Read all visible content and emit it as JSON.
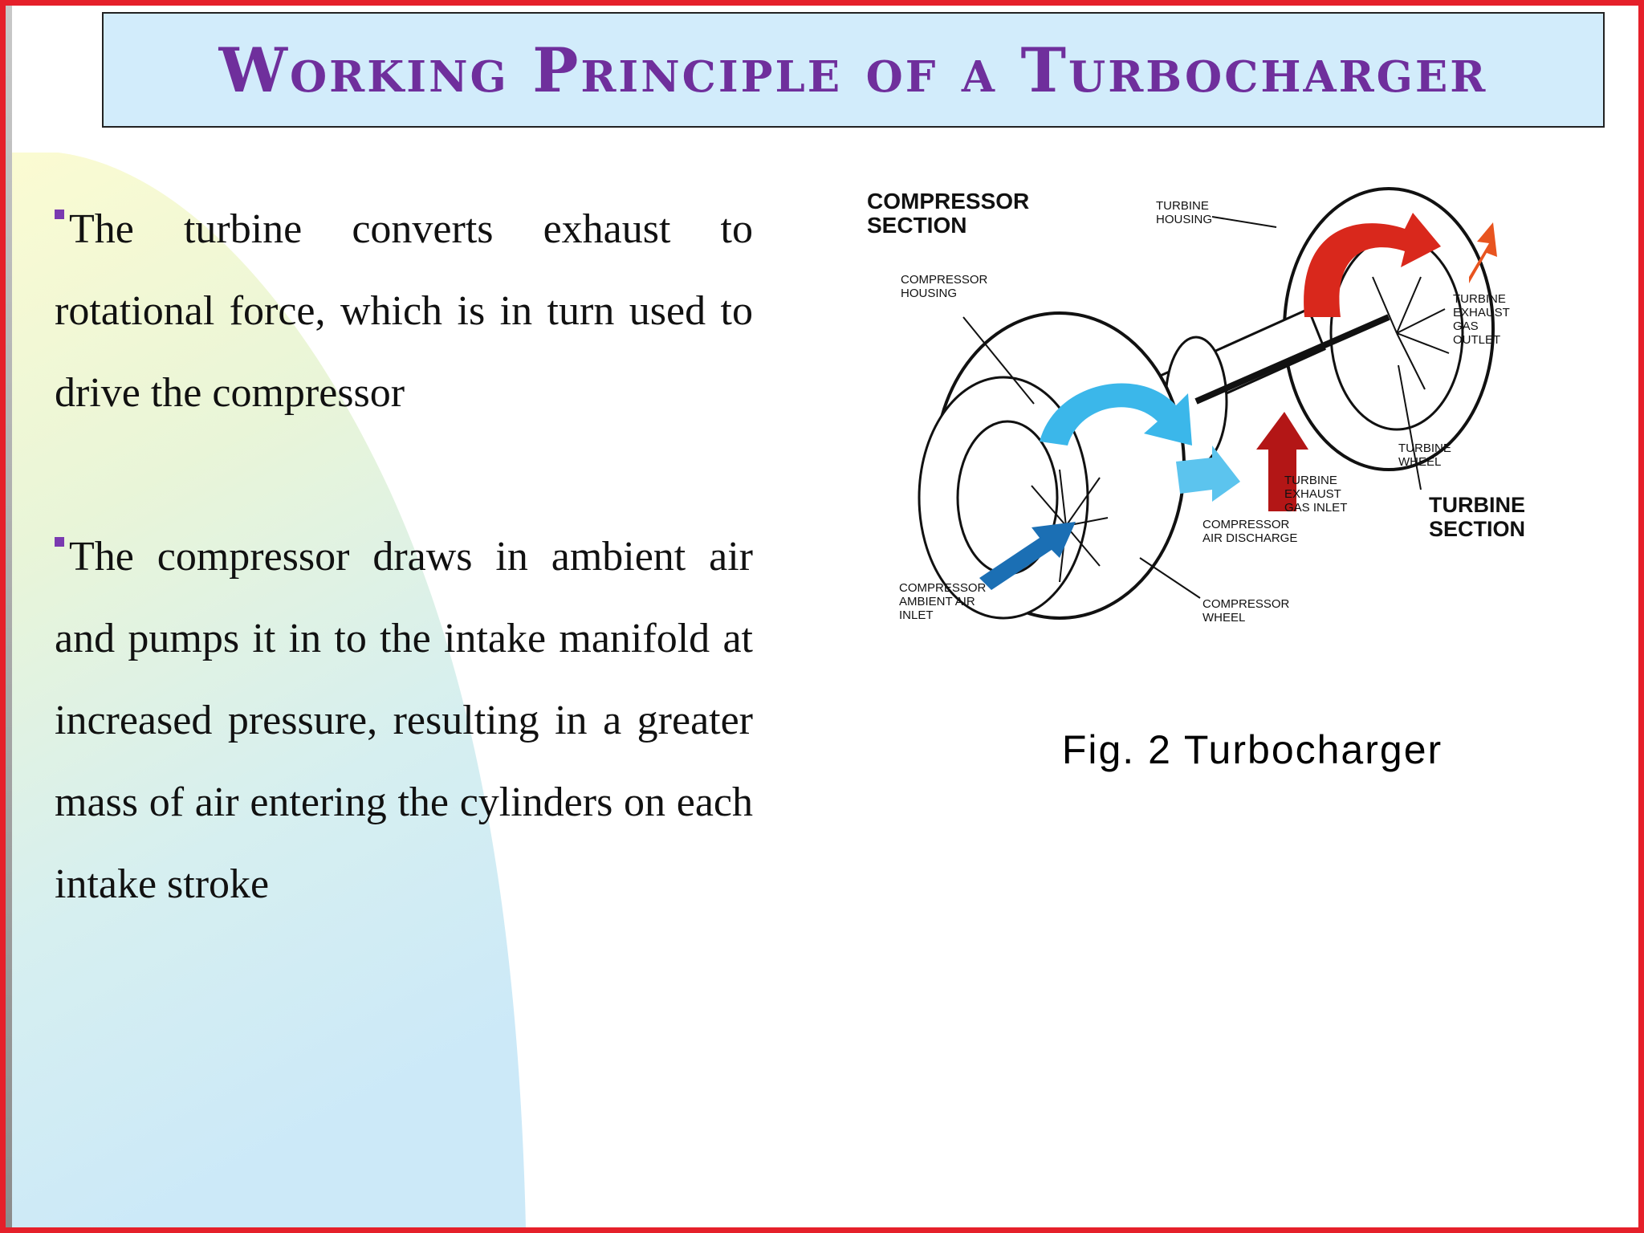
{
  "slide": {
    "title": "Working Principle of a Turbocharger",
    "bullets": [
      {
        "text": "The turbine converts exhaust to rotational force, which is in turn used to drive the compressor"
      },
      {
        "text": "The compressor draws in ambient air and pumps it in to the intake manifold at increased pressure, resulting in a greater mass of air entering the cylinders on each intake stroke"
      }
    ],
    "figure": {
      "caption": "Fig. 2 Turbocharger",
      "labels": {
        "compressor_section_1": "COMPRESSOR",
        "compressor_section_2": "SECTION",
        "compressor_housing_1": "COMPRESSOR",
        "compressor_housing_2": "HOUSING",
        "turbine_housing_1": "TURBINE",
        "turbine_housing_2": "HOUSING",
        "turbine_exhaust_outlet_1": "TURBINE",
        "turbine_exhaust_outlet_2": "EXHAUST",
        "turbine_exhaust_outlet_3": "GAS",
        "turbine_exhaust_outlet_4": "OUTLET",
        "turbine_wheel_1": "TURBINE",
        "turbine_wheel_2": "WHEEL",
        "turbine_gas_inlet_1": "TURBINE",
        "turbine_gas_inlet_2": "EXHAUST",
        "turbine_gas_inlet_3": "GAS INLET",
        "turbine_section_1": "TURBINE",
        "turbine_section_2": "SECTION",
        "compressor_air_discharge_1": "COMPRESSOR",
        "compressor_air_discharge_2": "AIR DISCHARGE",
        "compressor_inlet_1": "COMPRESSOR",
        "compressor_inlet_2": "AMBIENT AIR",
        "compressor_inlet_3": "INLET",
        "compressor_wheel_1": "COMPRESSOR",
        "compressor_wheel_2": "WHEEL"
      }
    }
  },
  "colors": {
    "frame": "#e5202a",
    "title_text": "#6f2f9c",
    "title_bg": "#d2ecfb",
    "bullet_marker": "#7a3ab0",
    "hot_flow": "#d9281c",
    "cold_flow": "#3bb7ea"
  }
}
